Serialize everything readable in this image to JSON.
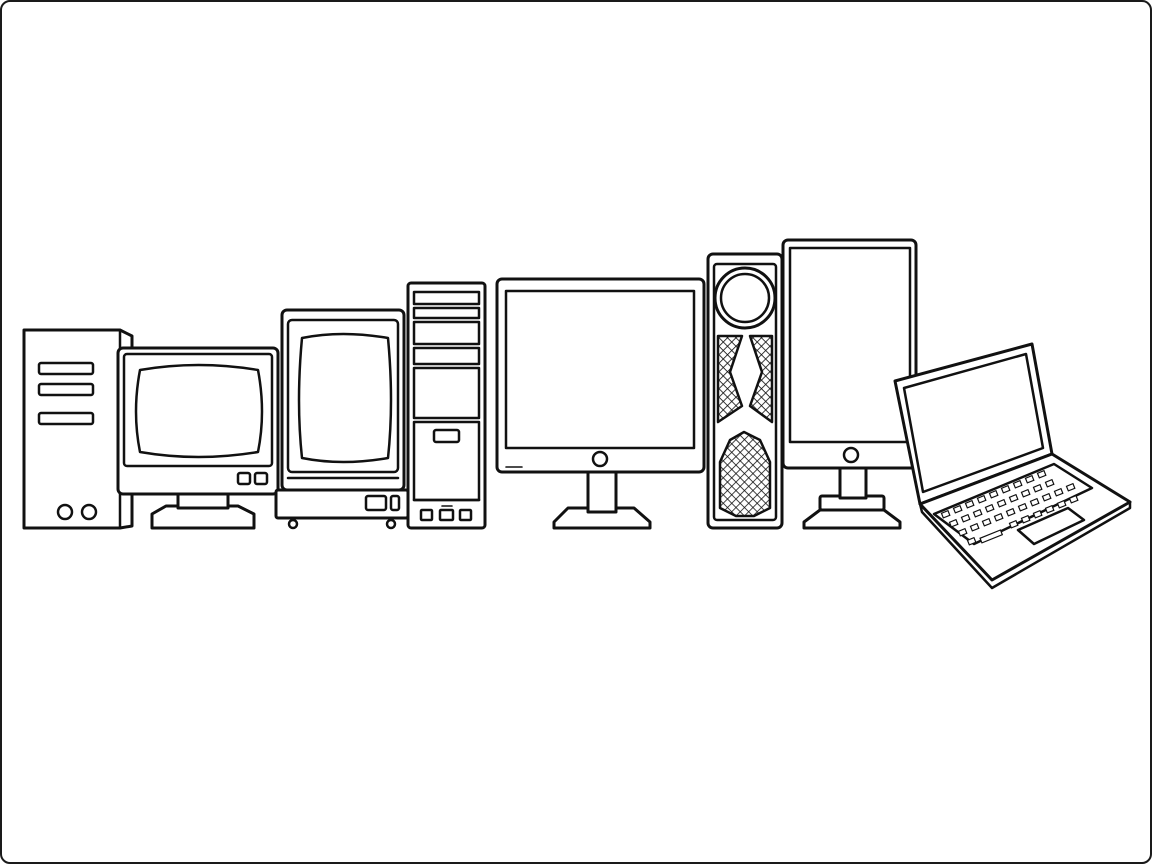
{
  "scene": {
    "description_items": [
      "tower-pc",
      "crt-monitor-wide",
      "crt-all-in-one",
      "tower-pc-slim",
      "flat-monitor",
      "gaming-tower",
      "portrait-all-in-one",
      "laptop"
    ]
  },
  "colors": {
    "background": "#ffffff",
    "line": "#111111",
    "border": "#1a1a1a"
  }
}
